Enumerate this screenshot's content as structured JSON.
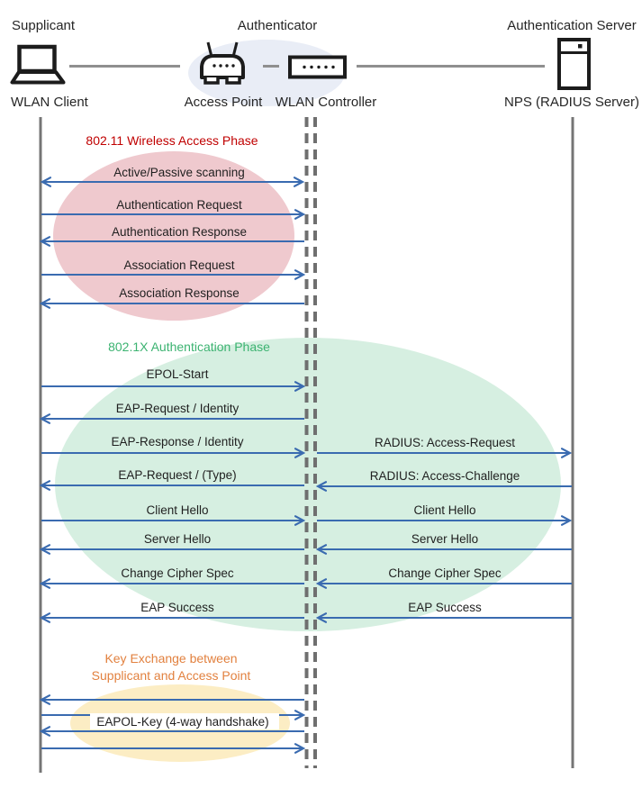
{
  "colors": {
    "arrow": "#3A6BB0",
    "lifeline": "#757575",
    "connector": "#8F8F8F",
    "authenticator_ellipse": "#E9EDF6",
    "phase1_title": "#C00000",
    "phase1_ellipse": "#EFC9CE",
    "phase2_title": "#3CB371",
    "phase2_ellipse": "#D6EFE1",
    "phase3_title": "#E2813F",
    "phase3_ellipse": "#FCEDC4"
  },
  "actors": {
    "roles": [
      "Supplicant",
      "Authenticator",
      "Authentication Server"
    ],
    "devices": [
      "WLAN Client",
      "Access Point",
      "WLAN Controller",
      "NPS (RADIUS Server)"
    ]
  },
  "phases": [
    {
      "title": "802.11 Wireless Access Phase",
      "color": "#C00000",
      "ellipse_color": "#EFC9CE",
      "messages": [
        {
          "label": "Active/Passive scanning",
          "direction": "both"
        },
        {
          "label": "Authentication Request",
          "direction": "right"
        },
        {
          "label": "Authentication Response",
          "direction": "left"
        },
        {
          "label": "Association Request",
          "direction": "right"
        },
        {
          "label": "Association Response",
          "direction": "left"
        }
      ]
    },
    {
      "title": "802.1X Authentication Phase",
      "color": "#3CB371",
      "ellipse_color": "#D6EFE1",
      "client_messages": [
        {
          "label": "EPOL-Start",
          "direction": "right"
        },
        {
          "label": "EAP-Request / Identity",
          "direction": "left"
        },
        {
          "label": "EAP-Response / Identity",
          "direction": "right"
        },
        {
          "label": "EAP-Request / (Type)",
          "direction": "left"
        },
        {
          "label": "Client Hello",
          "direction": "right"
        },
        {
          "label": "Server Hello",
          "direction": "left"
        },
        {
          "label": "Change Cipher Spec",
          "direction": "left"
        },
        {
          "label": "EAP Success",
          "direction": "left"
        }
      ],
      "server_messages": [
        {
          "label": "RADIUS: Access-Request",
          "direction": "right"
        },
        {
          "label": "RADIUS: Access-Challenge",
          "direction": "left"
        },
        {
          "label": "Client Hello",
          "direction": "right"
        },
        {
          "label": "Server Hello",
          "direction": "left"
        },
        {
          "label": "Change Cipher Spec",
          "direction": "left"
        },
        {
          "label": "EAP Success",
          "direction": "left"
        }
      ]
    },
    {
      "title_lines": [
        "Key Exchange between",
        "Supplicant and Access Point"
      ],
      "color": "#E2813F",
      "ellipse_color": "#FCEDC4",
      "messages": [
        {
          "label": "EAPOL-Key (4-way handshake)",
          "directions": [
            "left",
            "right",
            "left",
            "right"
          ]
        }
      ]
    }
  ]
}
